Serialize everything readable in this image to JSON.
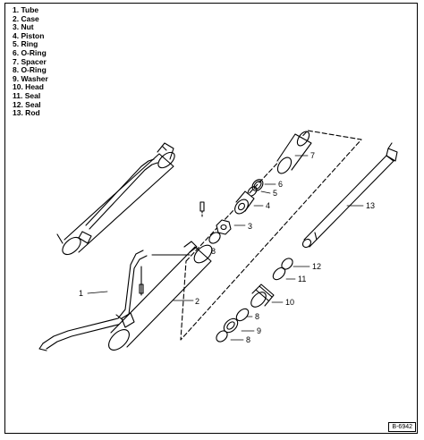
{
  "legend": [
    "1. Tube",
    "2. Case",
    "3. Nut",
    "4. Piston",
    "5. Ring",
    "6. O-Ring",
    "7. Spacer",
    "8. O-Ring",
    "9. Washer",
    "10. Head",
    "11. Seal",
    "12. Seal",
    "13. Rod"
  ],
  "callouts": {
    "c1": "1",
    "c2": "2",
    "c3": "3",
    "c4": "4",
    "c5": "5",
    "c6": "6",
    "c7": "7",
    "c8a": "8",
    "c8b": "8",
    "c8c": "8",
    "c9": "9",
    "c10": "10",
    "c11": "11",
    "c12": "12",
    "c13": "13"
  },
  "figure_id": "B-6942"
}
